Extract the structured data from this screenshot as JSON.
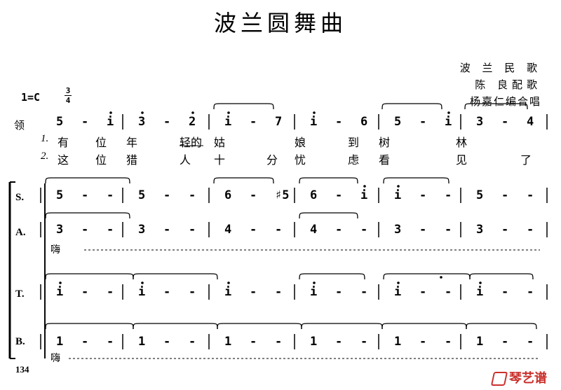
{
  "title": "波兰圆舞曲",
  "credits": [
    "波 兰 民 歌",
    "陈  良配歌",
    "杨嘉仁编合唱"
  ],
  "key": "1=C",
  "time_signature": {
    "top": "3",
    "bottom": "4"
  },
  "lead_label": "领",
  "part_labels": [
    "S.",
    "A.",
    "T.",
    "B."
  ],
  "page_number": "134",
  "watermark": "琴艺谱",
  "lead_notes": [
    [
      {
        "t": "5"
      },
      {
        "t": "-"
      },
      {
        "t": "i",
        "up": 1
      }
    ],
    [
      {
        "t": "3",
        "up": 1
      },
      {
        "t": "-"
      },
      {
        "t": "2",
        "up": 1
      }
    ],
    [
      {
        "t": "i",
        "up": 1
      },
      {
        "t": "-"
      },
      {
        "t": "7"
      }
    ],
    [
      {
        "t": "i",
        "up": 1
      },
      {
        "t": "-"
      },
      {
        "t": "6"
      }
    ],
    [
      {
        "t": "5"
      },
      {
        "t": "-"
      },
      {
        "t": "i",
        "up": 1
      }
    ],
    [
      {
        "t": "3"
      },
      {
        "t": "-"
      },
      {
        "t": "4"
      }
    ]
  ],
  "lyrics": [
    {
      "num": "1.",
      "words": [
        "有",
        "位",
        "年",
        "轻的",
        "姑",
        "娘",
        "到",
        "树",
        "林"
      ]
    },
    {
      "num": "2.",
      "words": [
        "这",
        "位",
        "猎",
        "人",
        "十",
        "分",
        "忧",
        "虑",
        "看",
        "见",
        "了"
      ]
    }
  ],
  "soprano": [
    [
      {
        "t": "5"
      },
      {
        "t": "-"
      },
      {
        "t": "-"
      }
    ],
    [
      {
        "t": "5"
      },
      {
        "t": "-"
      },
      {
        "t": "-"
      }
    ],
    [
      {
        "t": "6"
      },
      {
        "t": "-"
      },
      {
        "t": "♯5"
      }
    ],
    [
      {
        "t": "6"
      },
      {
        "t": "-"
      },
      {
        "t": "i",
        "up": 1
      }
    ],
    [
      {
        "t": "i",
        "up": 1
      },
      {
        "t": "-"
      },
      {
        "t": "-"
      }
    ],
    [
      {
        "t": "5"
      },
      {
        "t": "-"
      },
      {
        "t": "-"
      }
    ]
  ],
  "alto": [
    [
      {
        "t": "3"
      },
      {
        "t": "-"
      },
      {
        "t": "-"
      }
    ],
    [
      {
        "t": "3"
      },
      {
        "t": "-"
      },
      {
        "t": "-"
      }
    ],
    [
      {
        "t": "4"
      },
      {
        "t": "-"
      },
      {
        "t": "-"
      }
    ],
    [
      {
        "t": "4"
      },
      {
        "t": "-"
      },
      {
        "t": "-"
      }
    ],
    [
      {
        "t": "3"
      },
      {
        "t": "-"
      },
      {
        "t": "-"
      }
    ],
    [
      {
        "t": "3"
      },
      {
        "t": "-"
      },
      {
        "t": "-"
      }
    ]
  ],
  "tenor": [
    [
      {
        "t": "i",
        "up": 1
      },
      {
        "t": "-"
      },
      {
        "t": "-"
      }
    ],
    [
      {
        "t": "i",
        "up": 1
      },
      {
        "t": "-"
      },
      {
        "t": "-"
      }
    ],
    [
      {
        "t": "i",
        "up": 1
      },
      {
        "t": "-"
      },
      {
        "t": "-"
      }
    ],
    [
      {
        "t": "i",
        "up": 1
      },
      {
        "t": "-"
      },
      {
        "t": "-"
      }
    ],
    [
      {
        "t": "i",
        "up": 1
      },
      {
        "t": "-"
      },
      {
        "t": "-"
      }
    ],
    [
      {
        "t": "i",
        "up": 1
      },
      {
        "t": "-"
      },
      {
        "t": "-"
      }
    ]
  ],
  "bass": [
    [
      {
        "t": "1"
      },
      {
        "t": "-"
      },
      {
        "t": "-"
      }
    ],
    [
      {
        "t": "1"
      },
      {
        "t": "-"
      },
      {
        "t": "-"
      }
    ],
    [
      {
        "t": "1"
      },
      {
        "t": "-"
      },
      {
        "t": "-"
      }
    ],
    [
      {
        "t": "1"
      },
      {
        "t": "-"
      },
      {
        "t": "-"
      }
    ],
    [
      {
        "t": "1"
      },
      {
        "t": "-"
      },
      {
        "t": "-"
      }
    ],
    [
      {
        "t": "1"
      },
      {
        "t": "-"
      },
      {
        "t": "-"
      }
    ]
  ],
  "hum_syllable": "嗨"
}
